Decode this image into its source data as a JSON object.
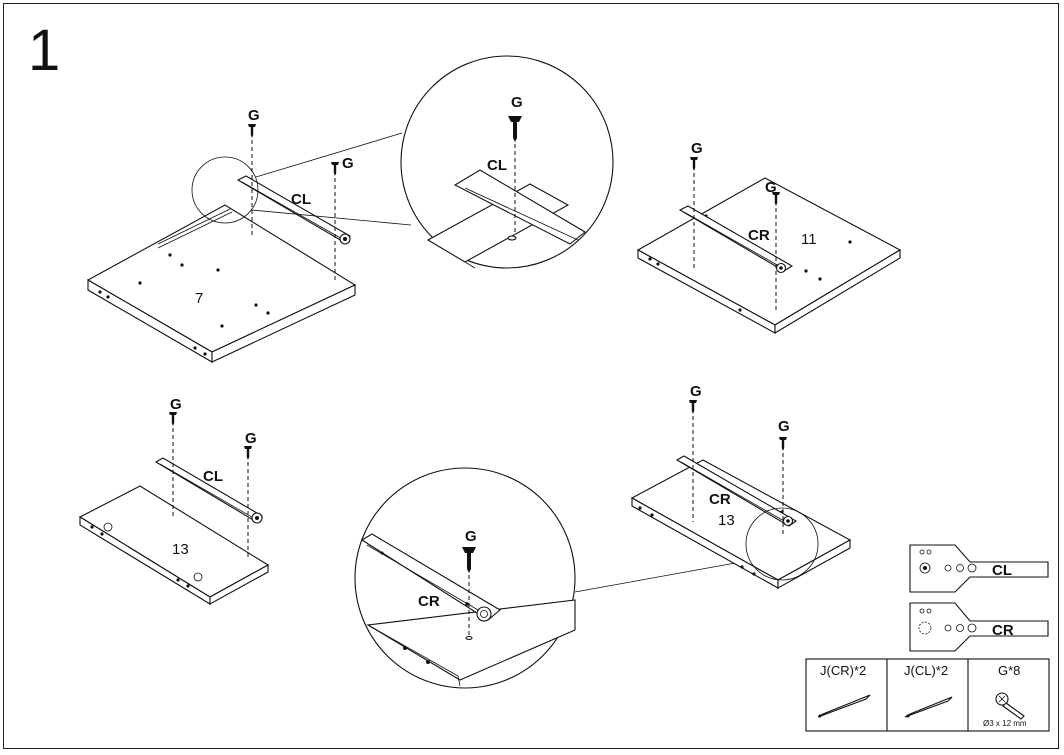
{
  "step_number": "1",
  "labels": {
    "screw": "G",
    "rail_left": "CL",
    "rail_right": "CR"
  },
  "panels": {
    "top_left": "7",
    "top_right": "11",
    "bottom_left": "13",
    "bottom_right": "13"
  },
  "legend": {
    "cl": "CL",
    "cr": "CR"
  },
  "parts_table": [
    {
      "label": "J(CR)*2"
    },
    {
      "label": "J(CL)*2"
    },
    {
      "label": "G*8",
      "spec": "Ø3 x 12 mm"
    }
  ]
}
